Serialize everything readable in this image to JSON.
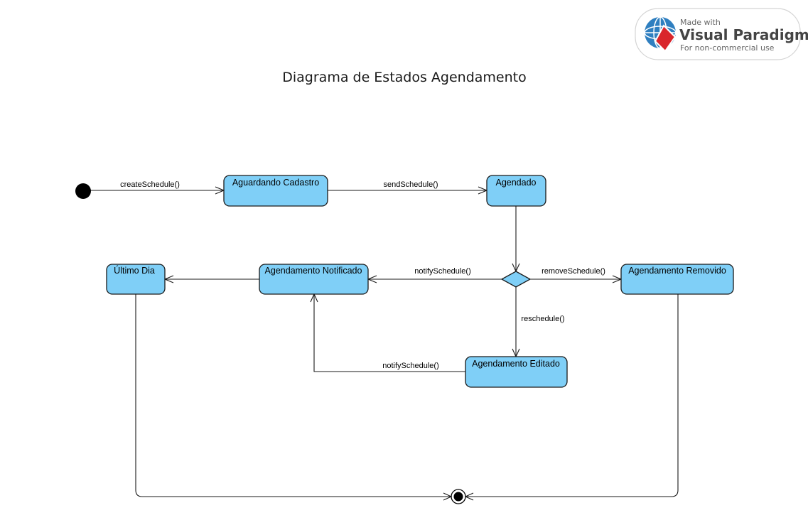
{
  "badge": {
    "line1": "Made with",
    "brand": "Visual Paradigm",
    "line3": "For non-commercial use"
  },
  "diagram": {
    "title": "Diagrama de Estados Agendamento",
    "states": {
      "aguardando": "Aguardando Cadastro",
      "agendado": "Agendado",
      "notificado": "Agendamento Notificado",
      "ultimo": "Último Dia",
      "removido": "Agendamento Removido",
      "editado": "Agendamento Editado"
    },
    "transitions": {
      "create": "createSchedule()",
      "send": "sendSchedule()",
      "notify_decision": "notifySchedule()",
      "remove": "removeSchedule()",
      "reschedule": "reschedule()",
      "notify_edit": "notifySchedule()"
    }
  }
}
